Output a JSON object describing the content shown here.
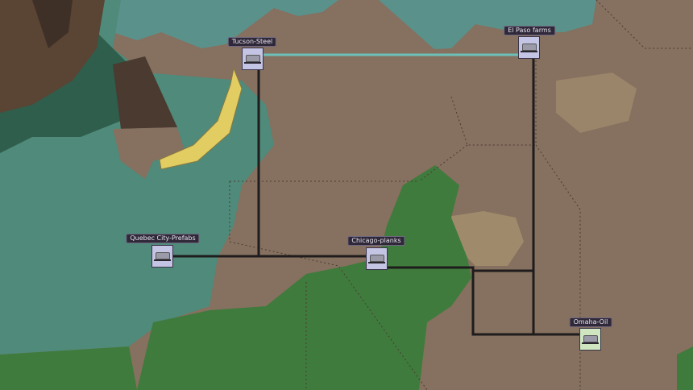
{
  "stations": [
    {
      "name": "Tucson-Steel",
      "type": "city"
    },
    {
      "name": "El Paso farms",
      "type": "city"
    },
    {
      "name": "Quebec City-Prefabs",
      "type": "city"
    },
    {
      "name": "Chicago-planks",
      "type": "city"
    },
    {
      "name": "Omaha-Oil",
      "type": "oil"
    }
  ],
  "colors": {
    "land": "#86705f",
    "sea": "#4f8a7a",
    "shallow": "#5d9590",
    "forest": "#3f7b3c",
    "mountain": "#4b3a2e",
    "sand": "#e2cd62",
    "rail": "#1e1c1c",
    "water_route": "#6cc0b8"
  }
}
